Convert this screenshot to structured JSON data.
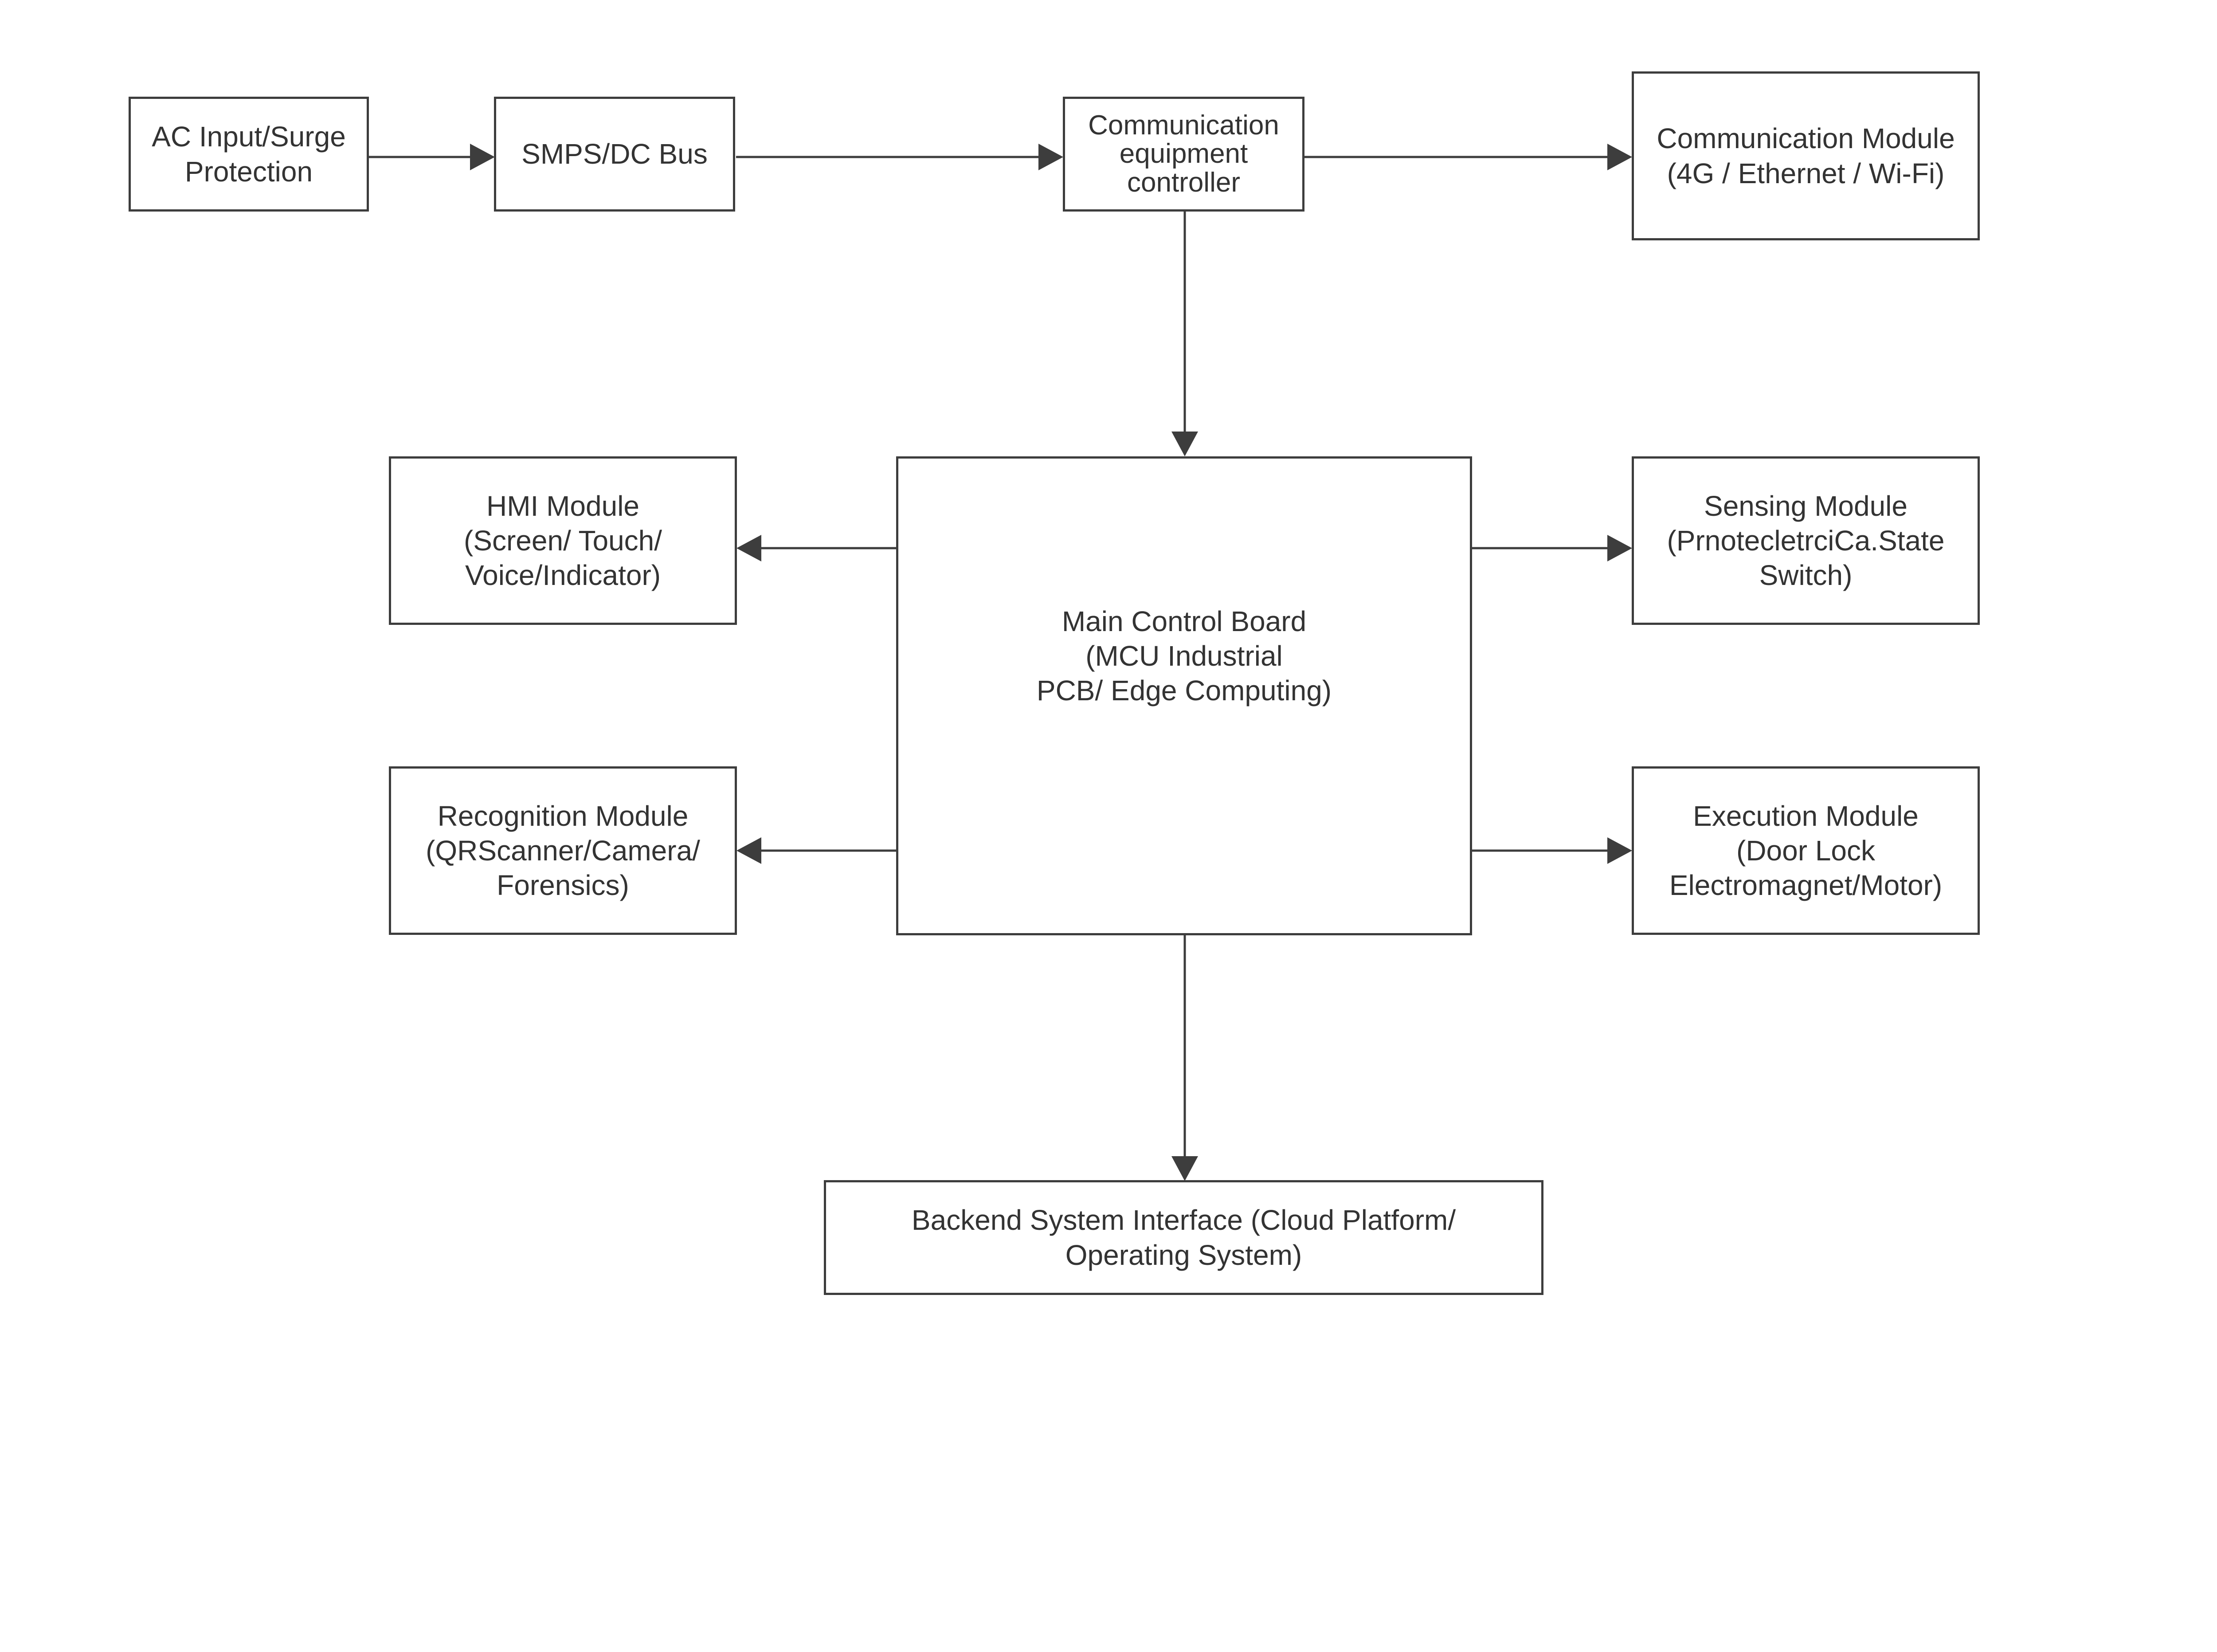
{
  "diagram": {
    "colors": {
      "line": "#3d3d3d",
      "text": "#333333",
      "background": "#ffffff"
    },
    "nodes": {
      "ac_input": "AC Input/Surge\nProtection",
      "smps": "SMPS/DC Bus",
      "comm_controller": "Communication\nequipment\ncontroller",
      "comm_module": "Communication Module\n(4G / Ethernet / Wi-Fi)",
      "hmi_module": "HMI Module\n(Screen/ Touch/\nVoice/Indicator)",
      "main_board": "Main Control Board\n(MCU Industrial\nPCB/ Edge Computing)",
      "sensing_module": "Sensing Module\n(PrnotecletrciCa.State\nSwitch)",
      "recognition_module": "Recognition Module\n(QRScanner/Camera/\nForensics)",
      "execution_module": "Execution Module\n(Door Lock\nElectromagnet/Motor)",
      "backend_interface": "Backend System Interface (Cloud Platform/\nOperating System)"
    }
  }
}
